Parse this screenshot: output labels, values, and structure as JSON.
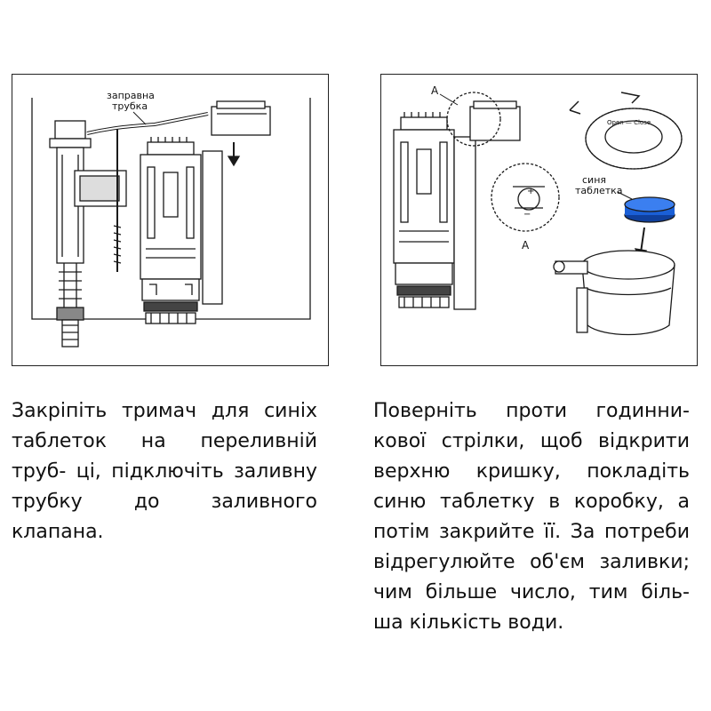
{
  "left_panel": {
    "label_fill_tube_line1": "заправна",
    "label_fill_tube_line2": "трубка",
    "caption": "Закріпіть тримач для синіх таблеток на переливній труб- ці, підключіть заливну трубку до заливного клапана."
  },
  "right_panel": {
    "label_a_top": "A",
    "label_a_bottom": "A",
    "label_tablet_line1": "синя",
    "label_tablet_line2": "таблетка",
    "lid_text": "Open — Close",
    "caption": "Поверніть проти годинни- кової стрілки, щоб відкрити верхню кришку, покладіть синю таблетку в коробку, а потім закрийте її. За потреби відрегулюйте об'єм заливки; чим більше число, тим біль- ша кількість води."
  },
  "colors": {
    "tablet_blue": "#1a5fd6",
    "line": "#1a1a1a"
  }
}
